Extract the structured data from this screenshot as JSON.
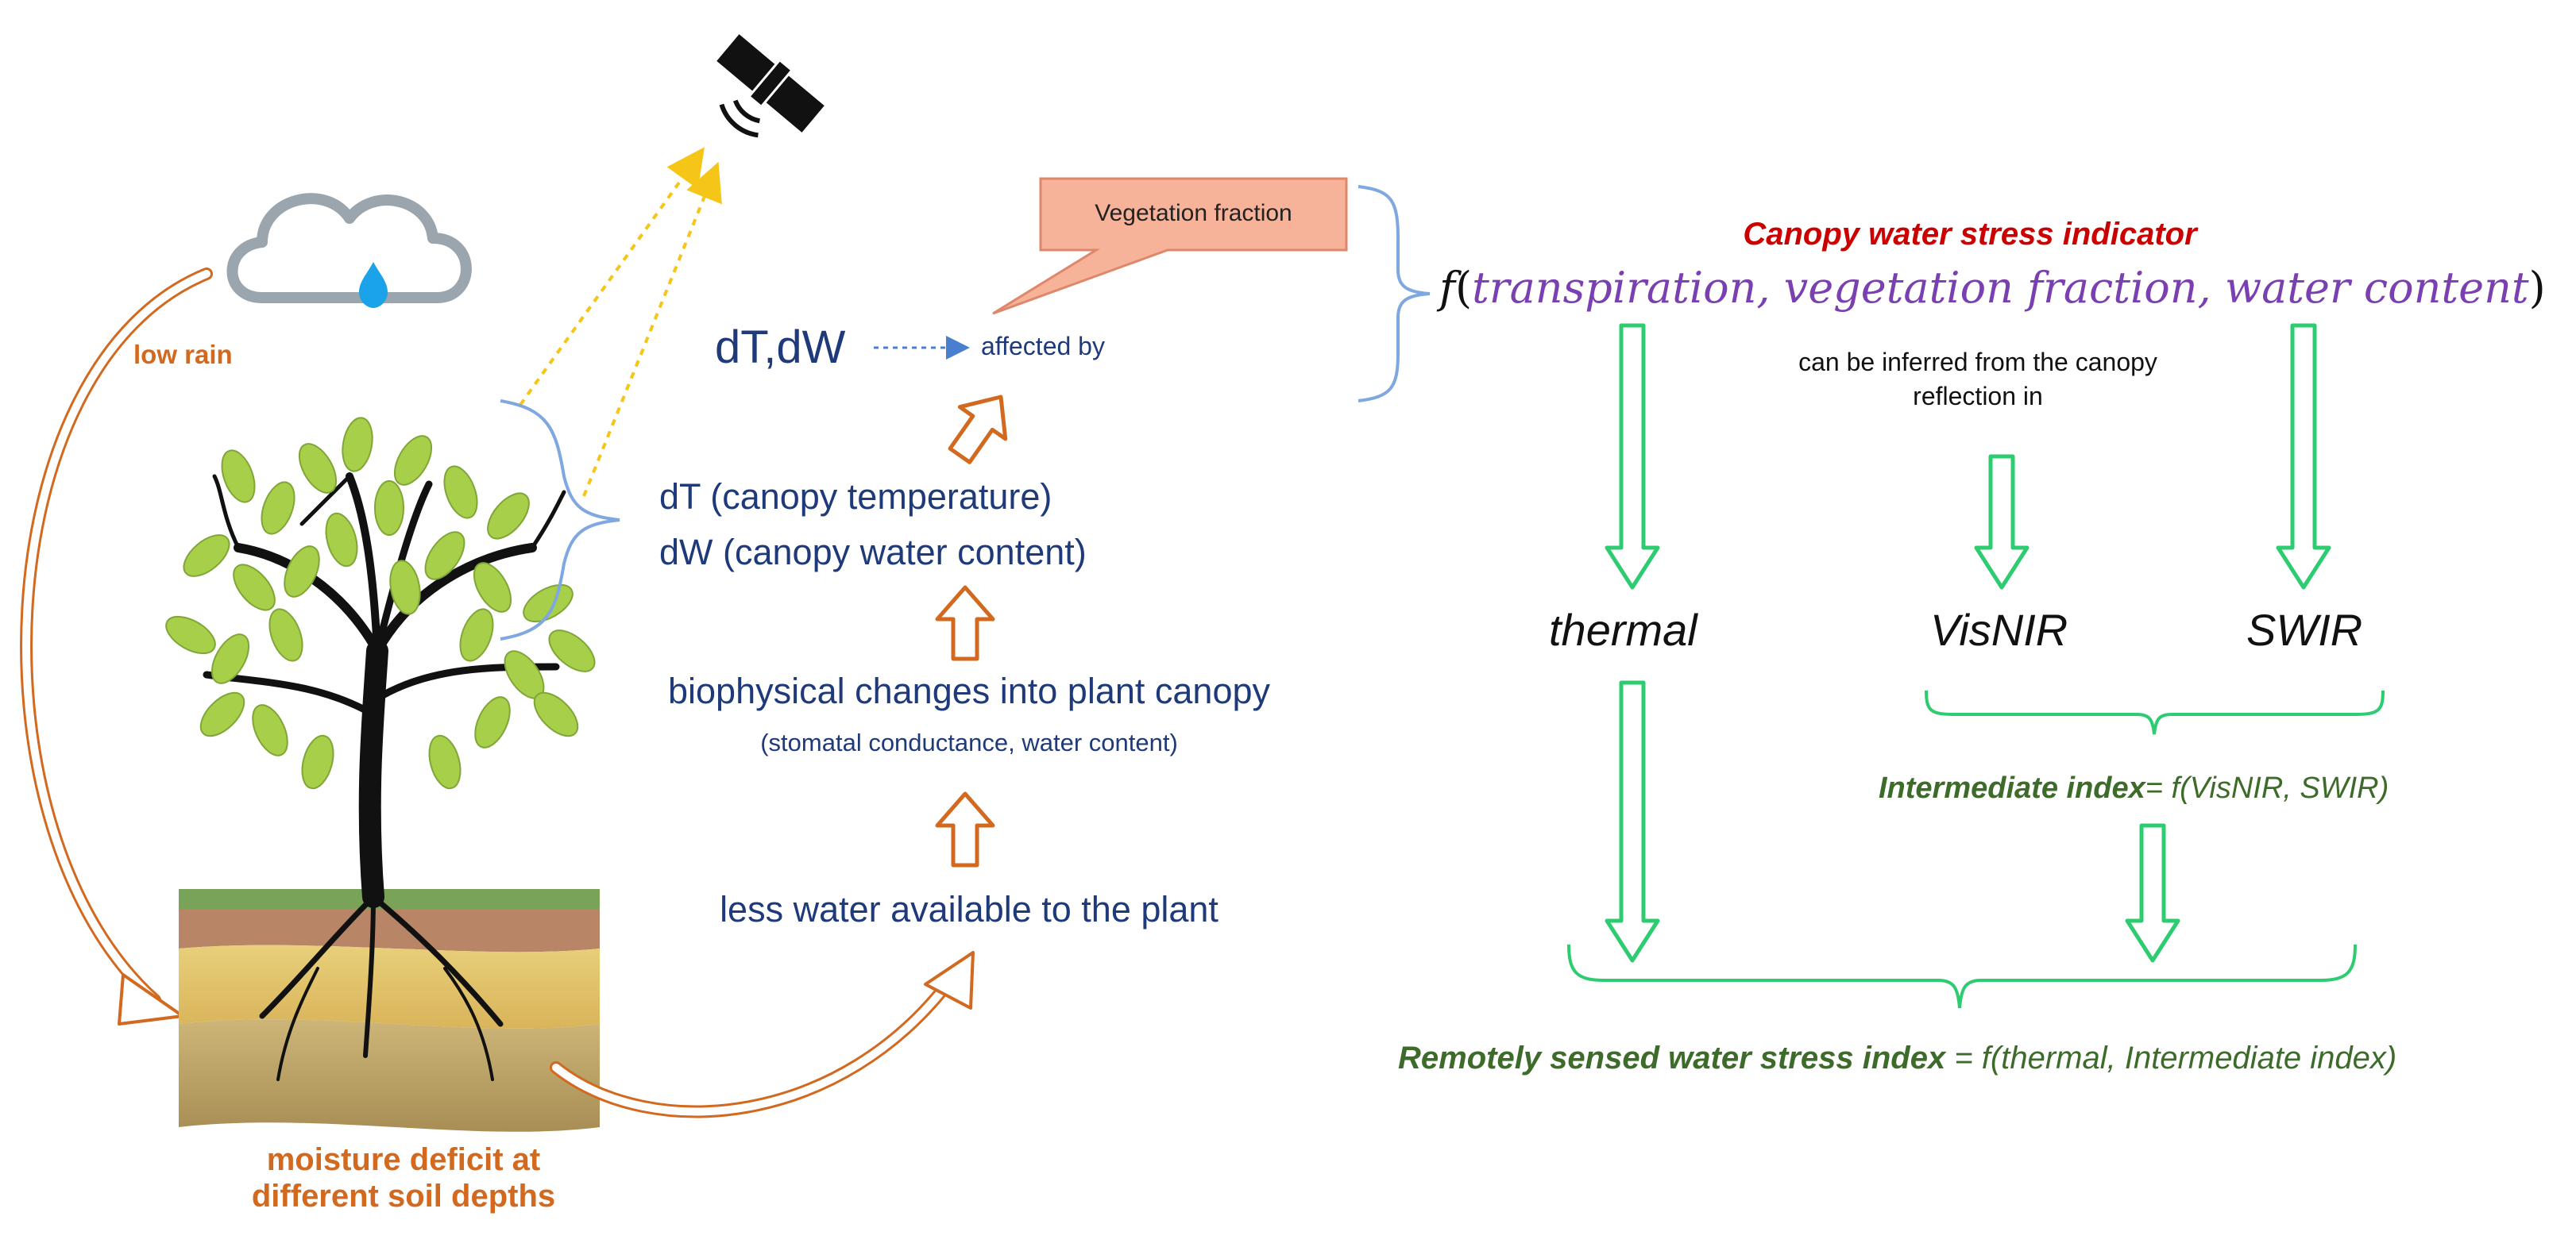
{
  "left": {
    "low_rain": "low rain",
    "moisture_line1": "moisture deficit at",
    "moisture_line2": "different soil depths"
  },
  "chain": {
    "dt_dw": "dT,dW",
    "affected_by": "affected by",
    "vegetation_fraction_callout": "Vegetation fraction",
    "dt_label": "dT (canopy temperature)",
    "dw_label": "dW (canopy water content)",
    "biophysical": "biophysical changes into plant canopy",
    "biophysical_sub": "(stomatal conductance, water content)",
    "less_water": "less water available to the plant"
  },
  "indicator": {
    "title": "Canopy water stress indicator",
    "func": "f",
    "open_paren": "(",
    "args": "transpiration, vegetation fraction, water content",
    "close_paren": ")",
    "inferred_line1": "can be inferred from the canopy",
    "inferred_line2": "reflection in"
  },
  "bands": {
    "thermal": "thermal",
    "visnir": "VisNIR",
    "swir": "SWIR"
  },
  "intermediate": {
    "bold": "Intermediate index",
    "rest": "= f(VisNIR, SWIR)"
  },
  "final": {
    "bold": "Remotely sensed water stress index",
    "rest": " = f(thermal, Intermediate index)"
  },
  "colors": {
    "orange": "#d2691e",
    "navy": "#1f3a7a",
    "green_arrow": "#2ecc71",
    "green_text": "#3d6b2a",
    "red_title": "#cc0000",
    "purple": "#7a3fb0",
    "callout_fill": "#f6b39a"
  }
}
